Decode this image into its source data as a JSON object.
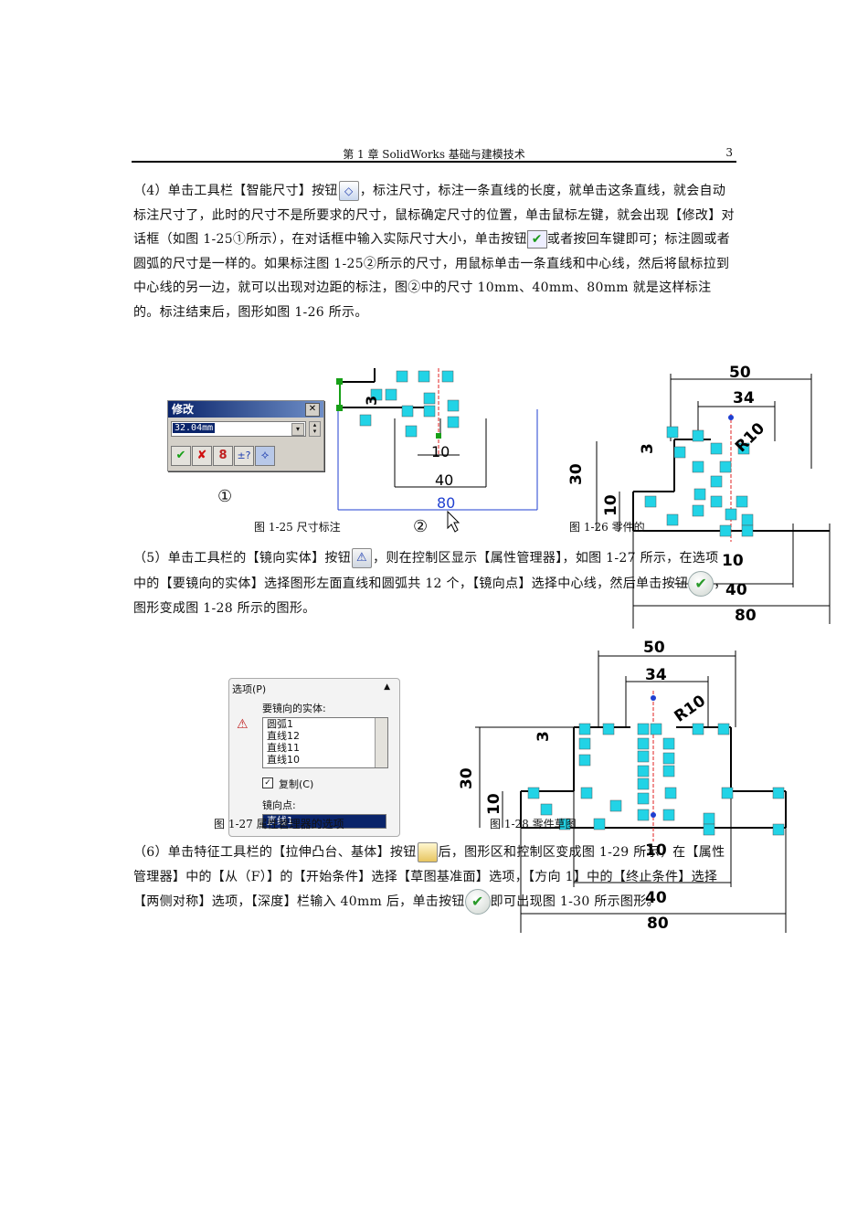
{
  "header": {
    "chapter": "第 1 章 SolidWorks 基础与建模技术",
    "page": "3"
  },
  "paragraphs": {
    "p4_a": "（4）单击工具栏【智能尺寸】按钮",
    "p4_b": "，标注尺寸，标注一条直线的长度，就单击这条直线，就会自动标注尺寸了，此时的尺寸不是所要求的尺寸，鼠标确定尺寸的位置，单击鼠标左键，就会出现【修改】对话框（如图 1-25①所示），在对话框中输入实际尺寸大小，单击按钮",
    "p4_c": "或者按回车键即可；标注圆或者圆弧的尺寸是一样的。如果标注图 1-25②所示的尺寸，用鼠标单击一条直线和中心线，然后将鼠标拉到中心线的另一边，就可以出现对边距的标注，图②中的尺寸 10mm、40mm、80mm 就是这样标注的。标注结束后，图形如图 1-26 所示。",
    "p5_a": "（5）单击工具栏的【镜向实体】按钮",
    "p5_b": "，则在控制区显示【属性管理器】，如图 1-27 所示，在选项中的【要镜向的实体】选择图形左面直线和圆弧共 12 个，【镜向点】选择中心线，然后单击按钮",
    "p5_c": "，图形变成图 1-28 所示的图形。",
    "p6_a": "（6）单击特征工具栏的【拉伸凸台、基体】按钮",
    "p6_b": "后，图形区和控制区变成图 1-29 所示，在【属性管理器】中的【从（F）】的【开始条件】选择【草图基准面】选项，【方向 1】中的【终止条件】选择【两侧对称】选项，【深度】栏输入 40mm 后，单击按钮",
    "p6_c": "即可出现图 1-30 所示图形。",
    "ok_glyph": "✔"
  },
  "dialog": {
    "title": "修改",
    "close": "✕",
    "value": "32.04mm",
    "buttons": [
      "✔",
      "✘",
      "8",
      "±?",
      "⟡"
    ]
  },
  "figures": {
    "fig25_caption": "图 1-25 尺寸标注",
    "fig26_caption": "图 1-26 零件的",
    "fig27_caption": "图 1-27 属性管理器的选项",
    "fig28_caption": "图 1-28 零件草图",
    "circle1": "①",
    "circle2": "②"
  },
  "fig25_dims": {
    "d3": "3",
    "d10": "10",
    "d40": "40",
    "d80": "80"
  },
  "fig26_dims": {
    "d50": "50",
    "d34": "34",
    "r10": "R10",
    "d3": "3",
    "d30": "30",
    "d10a": "10",
    "d10b": "10",
    "d40": "40",
    "d80": "80"
  },
  "fig28_dims": {
    "d50": "50",
    "d34": "34",
    "r10": "R10",
    "d3": "3",
    "d30": "30",
    "d10a": "10",
    "d10b": "10",
    "d40": "40",
    "d80": "80"
  },
  "property_manager": {
    "section": "选项(P)",
    "entities_label": "要镜向的实体:",
    "entities": [
      "圆弧1",
      "直线12",
      "直线11",
      "直线10"
    ],
    "copy_label": "复制(C)",
    "mirror_point_label": "镜向点:",
    "mirror_point_value": "直线1"
  },
  "colors": {
    "cyan": "#22d3e6",
    "blue": "#1f3fd0",
    "green": "#17a017",
    "red": "#e02020"
  }
}
